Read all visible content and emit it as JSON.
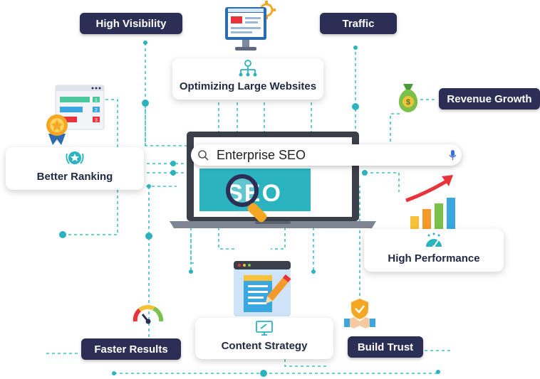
{
  "pills": {
    "high_visibility": "High Visibility",
    "traffic": "Traffic",
    "revenue_growth": "Revenue Growth",
    "faster_results": "Faster Results",
    "build_trust": "Build Trust"
  },
  "cards": {
    "optimizing": "Optimizing Large Websites",
    "better_ranking": "Better Ranking",
    "high_performance": "High Performance",
    "content_strategy": "Content Strategy"
  },
  "search": {
    "query": "Enterprise SEO"
  },
  "screen": {
    "logo_text": "SEO"
  },
  "ranking_badges": [
    "1",
    "2",
    "3"
  ],
  "revenue_symbol": "$",
  "colors": {
    "navy": "#2b2e55",
    "teal": "#2bb3c0",
    "dotted_line": "#3cc0cc",
    "laptop_dark": "#3a3f4a",
    "bar_yellow": "#f7c23a",
    "bar_orange": "#f39a2b",
    "bar_green": "#7ac04a",
    "bar_blue": "#3aa7e0",
    "arrow_red": "#e8333a"
  },
  "icons": [
    "monitor-gear-icon",
    "network-icon",
    "ranking-board-icon",
    "award-medal-icon",
    "star-badge-icon",
    "search-icon",
    "microphone-icon",
    "magnifier-icon",
    "money-bag-icon",
    "growth-bars-icon",
    "speedometer-icon",
    "browser-doc-icon",
    "pencil-icon",
    "gauge-icon",
    "handshake-shield-icon",
    "monitor-edit-icon"
  ]
}
